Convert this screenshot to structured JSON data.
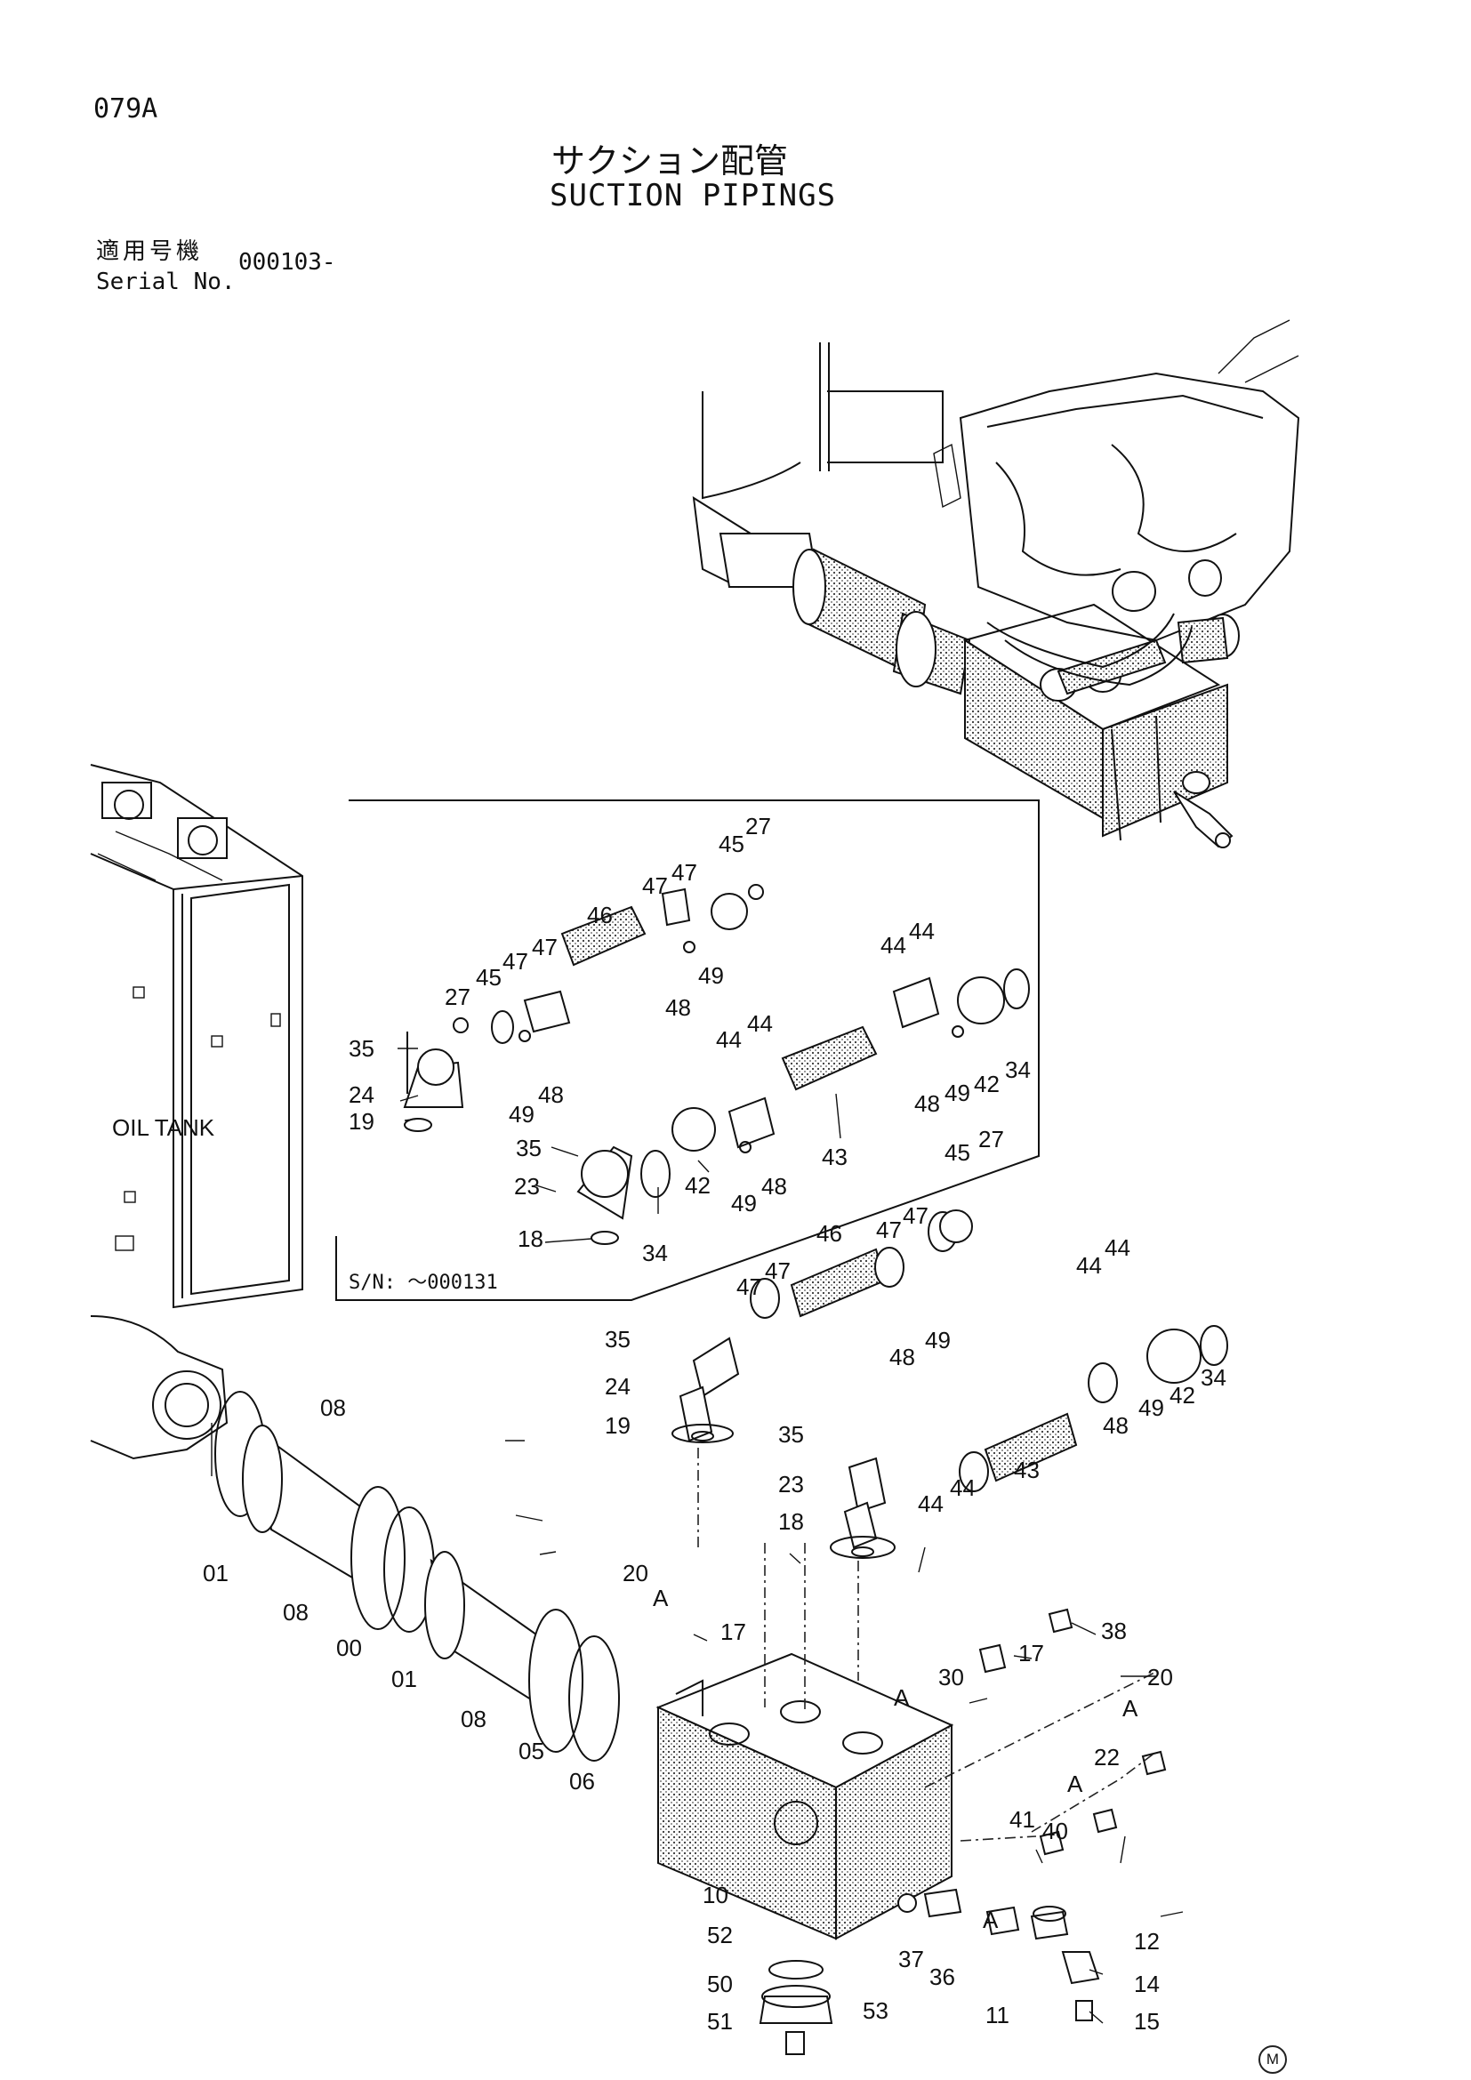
{
  "header": {
    "page_code": "079A",
    "title_jp": "サクション配管",
    "title_en": "SUCTION PIPINGS",
    "serial_label_jp": "適用号機",
    "serial_label_en": "Serial No.",
    "serial_value": "000103-"
  },
  "labels": {
    "oil_tank": "OIL TANK",
    "inset_serial": "S/N: ～000131",
    "corner_mark": "M"
  },
  "callouts": {
    "c00": "00",
    "c01a": "01",
    "c01b": "01",
    "c05": "05",
    "c06": "06",
    "c08a": "08",
    "c08b": "08",
    "c08c": "08",
    "c10": "10",
    "c11": "11",
    "c12": "12",
    "c14": "14",
    "c15": "15",
    "c17a": "17",
    "c17b": "17",
    "c18a": "18",
    "c18b": "18",
    "c19a": "19",
    "c19b": "19",
    "c20a": "20",
    "c20b": "20",
    "c22": "22",
    "c23a": "23",
    "c23b": "23",
    "c24a": "24",
    "c24b": "24",
    "c27a": "27",
    "c27b": "27",
    "c27c": "27",
    "c30": "30",
    "c34a": "34",
    "c34b": "34",
    "c34c": "34",
    "c35a": "35",
    "c35b": "35",
    "c35c": "35",
    "c35d": "35",
    "c36": "36",
    "c37": "37",
    "c38": "38",
    "c40": "40",
    "c41": "41",
    "c42a": "42",
    "c42b": "42",
    "c42c": "42",
    "c43a": "43",
    "c43b": "43",
    "c44a": "44",
    "c44b": "44",
    "c44c": "44",
    "c44d": "44",
    "c44e": "44",
    "c44f": "44",
    "c44g": "44",
    "c44h": "44",
    "c45a": "45",
    "c45b": "45",
    "c45c": "45",
    "c46a": "46",
    "c46b": "46",
    "c47a": "47",
    "c47b": "47",
    "c47c": "47",
    "c47d": "47",
    "c47e": "47",
    "c47f": "47",
    "c47g": "47",
    "c47h": "47",
    "c48a": "48",
    "c48b": "48",
    "c48c": "48",
    "c48d": "48",
    "c48e": "48",
    "c48f": "48",
    "c49a": "49",
    "c49b": "49",
    "c49c": "49",
    "c49d": "49",
    "c49e": "49",
    "c49f": "49",
    "c50": "50",
    "c51": "51",
    "c52": "52",
    "c53": "53",
    "ca1": "A",
    "ca2": "A",
    "ca3": "A",
    "ca4": "A",
    "ca5": "A"
  }
}
